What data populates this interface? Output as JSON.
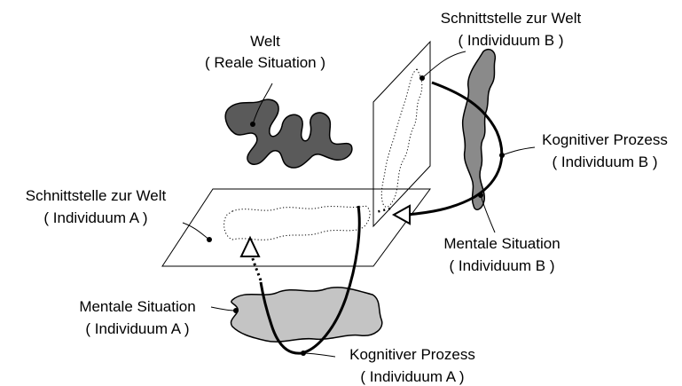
{
  "labels": {
    "welt_line1": "Welt",
    "welt_line2": "( Reale Situation )",
    "interface_b_line1": "Schnittstelle zur Welt",
    "interface_b_line2": "( Individuum B )",
    "cognitive_b_line1": "Kognitiver Prozess",
    "cognitive_b_line2": "( Individuum B )",
    "interface_a_line1": "Schnittstelle zur Welt",
    "interface_a_line2": "( Individuum A )",
    "mental_b_line1": "Mentale Situation",
    "mental_b_line2": "( Individuum B )",
    "mental_a_line1": "Mentale Situation",
    "mental_a_line2": "( Individuum A )",
    "cognitive_a_line1": "Kognitiver Prozess",
    "cognitive_a_line2": "( Individuum A )"
  },
  "colors": {
    "world_fill": "#5a5a5a",
    "mental_b_fill": "#8a8a8a",
    "mental_a_fill": "#c4c4c4",
    "stroke": "#000000"
  }
}
